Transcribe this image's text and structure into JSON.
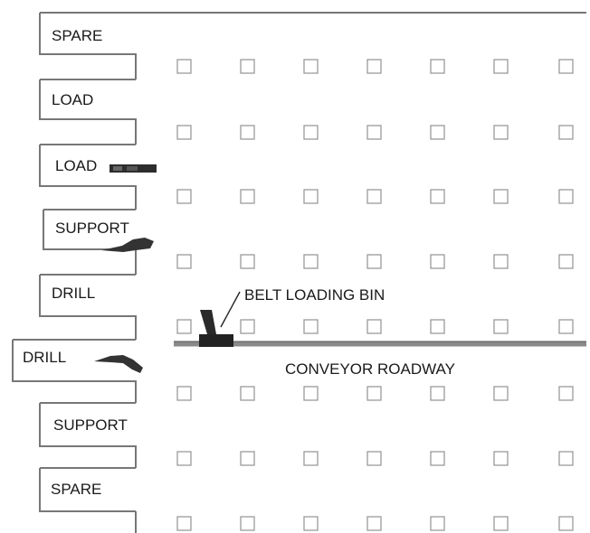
{
  "panels": [
    {
      "label": "SPARE"
    },
    {
      "label": "LOAD"
    },
    {
      "label": "LOAD"
    },
    {
      "label": "SUPPORT"
    },
    {
      "label": "DRILL"
    },
    {
      "label": "DRILL"
    },
    {
      "label": "SUPPORT"
    },
    {
      "label": "SPARE"
    }
  ],
  "labels": {
    "belt_loading_bin": "BELT LOADING BIN",
    "conveyor_roadway": "CONVEYOR ROADWAY"
  },
  "colors": {
    "line": "#777777",
    "pillar": "#9a9a9a",
    "machine": "#222222",
    "conveyor": "#8a8a8a"
  }
}
